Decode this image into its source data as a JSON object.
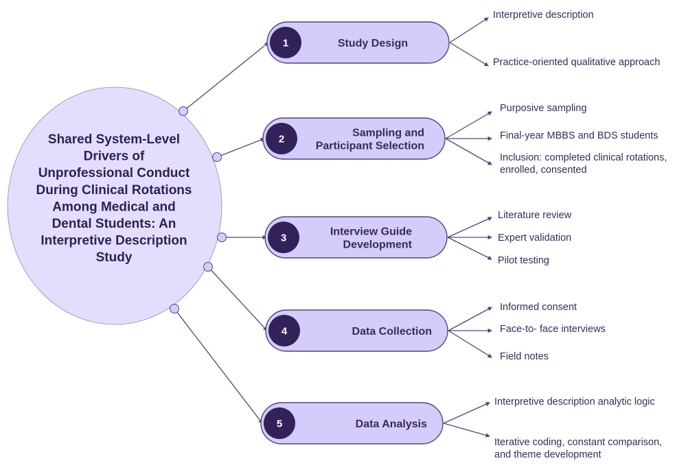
{
  "colors": {
    "hub_fill": "#e3defd",
    "pill_fill": "#d4ccfb",
    "number_circle": "#33225a",
    "stroke": "#54437e",
    "text": "#33225a"
  },
  "hub": {
    "title_lines": [
      "Shared System-Level",
      "Drivers of",
      "Unprofessional Conduct",
      "During Clinical Rotations",
      "Among Medical and",
      "Dental Students: An",
      "Interpretive Description",
      "Study"
    ]
  },
  "steps": [
    {
      "number": "1",
      "label_lines": [
        "Study Design"
      ],
      "items": [
        {
          "lines": [
            "Interpretive description"
          ]
        },
        {
          "lines": [
            "Practice-oriented qualitative approach"
          ]
        }
      ]
    },
    {
      "number": "2",
      "label_lines": [
        "Sampling and",
        "Participant Selection"
      ],
      "items": [
        {
          "lines": [
            "Purposive sampling"
          ]
        },
        {
          "lines": [
            "Final-year MBBS and BDS students"
          ]
        },
        {
          "lines": [
            "Inclusion: completed clinical rotations,",
            "enrolled, consented"
          ]
        }
      ]
    },
    {
      "number": "3",
      "label_lines": [
        "Interview Guide",
        "Development"
      ],
      "items": [
        {
          "lines": [
            "Literature review"
          ]
        },
        {
          "lines": [
            "Expert validation"
          ]
        },
        {
          "lines": [
            "Pilot testing"
          ]
        }
      ]
    },
    {
      "number": "4",
      "label_lines": [
        "Data Collection"
      ],
      "items": [
        {
          "lines": [
            "Informed consent"
          ]
        },
        {
          "lines": [
            "Face-to- face interviews"
          ]
        },
        {
          "lines": [
            "Field  notes"
          ]
        }
      ]
    },
    {
      "number": "5",
      "label_lines": [
        "Data Analysis"
      ],
      "items": [
        {
          "lines": [
            "Interpretive description analytic logic"
          ]
        },
        {
          "lines": [
            "Iterative coding, constant comparison,",
            "and theme development"
          ]
        }
      ]
    }
  ]
}
